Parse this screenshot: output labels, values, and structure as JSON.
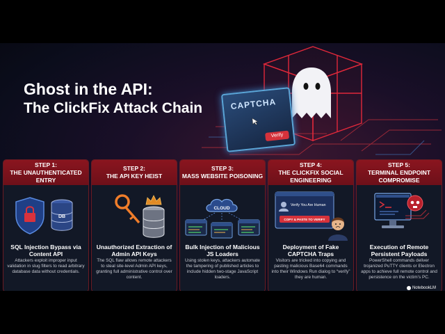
{
  "hero": {
    "title_line1": "Ghost in the API:",
    "title_line2": "The ClickFix Attack Chain",
    "captcha_label": "CAPTCHA",
    "captcha_button": "Verify"
  },
  "steps": [
    {
      "step": "STEP 1:",
      "title": "THE UNAUTHENTICATED ENTRY",
      "subtitle": "SQL Injection Bypass via Content API",
      "desc": "Attackers exploit improper input validation in slug filters to read arbitrary database data without credentials.",
      "icons": [
        "shield-lock-icon",
        "database-icon"
      ],
      "db_label": "DB"
    },
    {
      "step": "STEP 2:",
      "title": "THE API KEY HEIST",
      "subtitle": "Unauthorized Extraction of Admin API Keys",
      "desc": "The SQL flaw allows remote attackers to steal site-level Admin API keys, granting full administrative control over content.",
      "icons": [
        "key-icon",
        "crown-icon",
        "database-icon"
      ]
    },
    {
      "step": "STEP 3:",
      "title": "MASS WEBSITE POISONING",
      "subtitle": "Bulk Injection of Malicious JS Loaders",
      "desc": "Using stolen keys, attackers automate the tampering of published articles to include hidden two-stage JavaScript loaders.",
      "icons": [
        "cloud-icon",
        "browser-window-icon"
      ],
      "cloud_label": "CLOUD"
    },
    {
      "step": "STEP 4:",
      "title": "THE CLICKFIX SOCIAL ENGINEERING",
      "subtitle": "Deployment of Fake CAPTCHA Traps",
      "desc": "Visitors are tricked into copying and pasting malicious Base64 commands into their Windows Run dialog to “verify” they are human.",
      "icons": [
        "user-icon",
        "worried-person-icon"
      ],
      "dialog_title": "Verify You Are Human",
      "dialog_button": "COPY & PASTE TO VERIFY"
    },
    {
      "step": "STEP 5:",
      "title": "TERMINAL ENDPOINT COMPROMISE",
      "subtitle": "Execution of Remote Persistent Payloads",
      "desc": "PowerShell commands deliver trojanized PuTTY clients or Electron apps to achieve full remote control and persistence on the victim’s PC.",
      "icons": [
        "terminal-monitor-icon",
        "skull-icon"
      ]
    }
  ],
  "watermark": "NotebookLM",
  "colors": {
    "header_red": "#8a151f",
    "card_bg": "#121826",
    "accent_blue": "#5aa6d8",
    "ghost": "#f2f2f6"
  }
}
